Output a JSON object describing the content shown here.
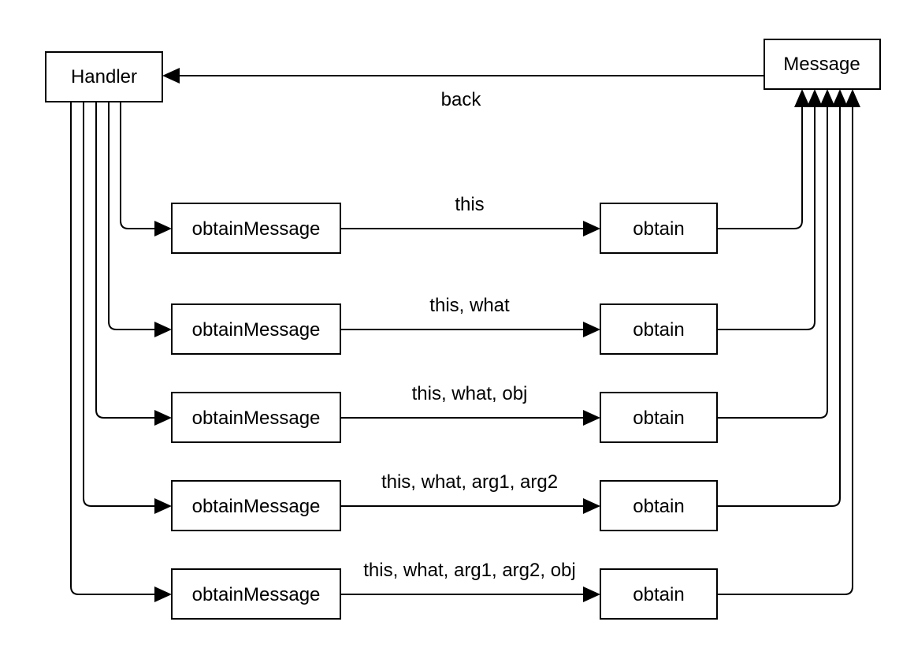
{
  "nodes": {
    "handler": "Handler",
    "message": "Message"
  },
  "back_label": "back",
  "rows": [
    {
      "method": "obtainMessage",
      "target": "obtain",
      "params": "this"
    },
    {
      "method": "obtainMessage",
      "target": "obtain",
      "params": "this, what"
    },
    {
      "method": "obtainMessage",
      "target": "obtain",
      "params": "this, what, obj"
    },
    {
      "method": "obtainMessage",
      "target": "obtain",
      "params": "this, what, arg1, arg2"
    },
    {
      "method": "obtainMessage",
      "target": "obtain",
      "params": "this, what, arg1, arg2, obj"
    }
  ]
}
